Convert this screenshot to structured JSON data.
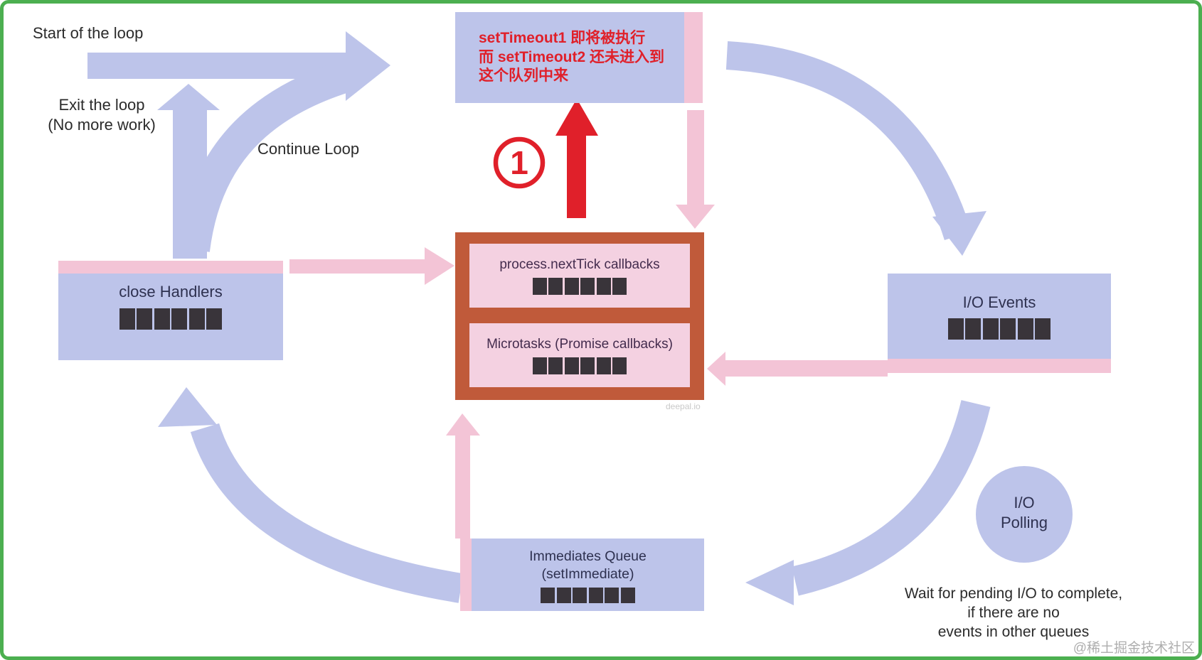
{
  "colors": {
    "frame_green": "#4caf50",
    "band_lavender": "#bdc4ea",
    "pink": "#f3c4d6",
    "inner_pink": "#f4d1e1",
    "orange_border": "#c05a3a",
    "slot_dark": "#39343a",
    "navy_text": "#2e3150",
    "red_annotation": "#e0202a"
  },
  "loop_labels": {
    "start": "Start of the loop",
    "exit_line1": "Exit the loop",
    "exit_line2": "(No more work)",
    "continue": "Continue Loop"
  },
  "annotation": {
    "step_number": "1",
    "line1": "setTimeout1 即将被执行",
    "line2": "而 setTimeout2 还未进入到",
    "line3": "这个队列中来"
  },
  "queues": {
    "close_handlers": {
      "label": "close Handlers",
      "slot_count": 6
    },
    "io_events": {
      "label": "I/O Events",
      "slot_count": 6
    },
    "next_tick": {
      "label": "process.nextTick callbacks",
      "slot_count": 6
    },
    "microtasks": {
      "label": "Microtasks (Promise callbacks)",
      "slot_count": 6
    },
    "immediates": {
      "label_line1": "Immediates Queue",
      "label_line2": "(setImmediate)",
      "slot_count": 6
    }
  },
  "io_polling": {
    "line1": "I/O",
    "line2": "Polling"
  },
  "wait_note": {
    "line1": "Wait for pending I/O to complete,",
    "line2": "if there are no",
    "line3": "events in other queues"
  },
  "watermarks": {
    "diagram": "deepal.io",
    "community": "@稀土掘金技术社区"
  }
}
